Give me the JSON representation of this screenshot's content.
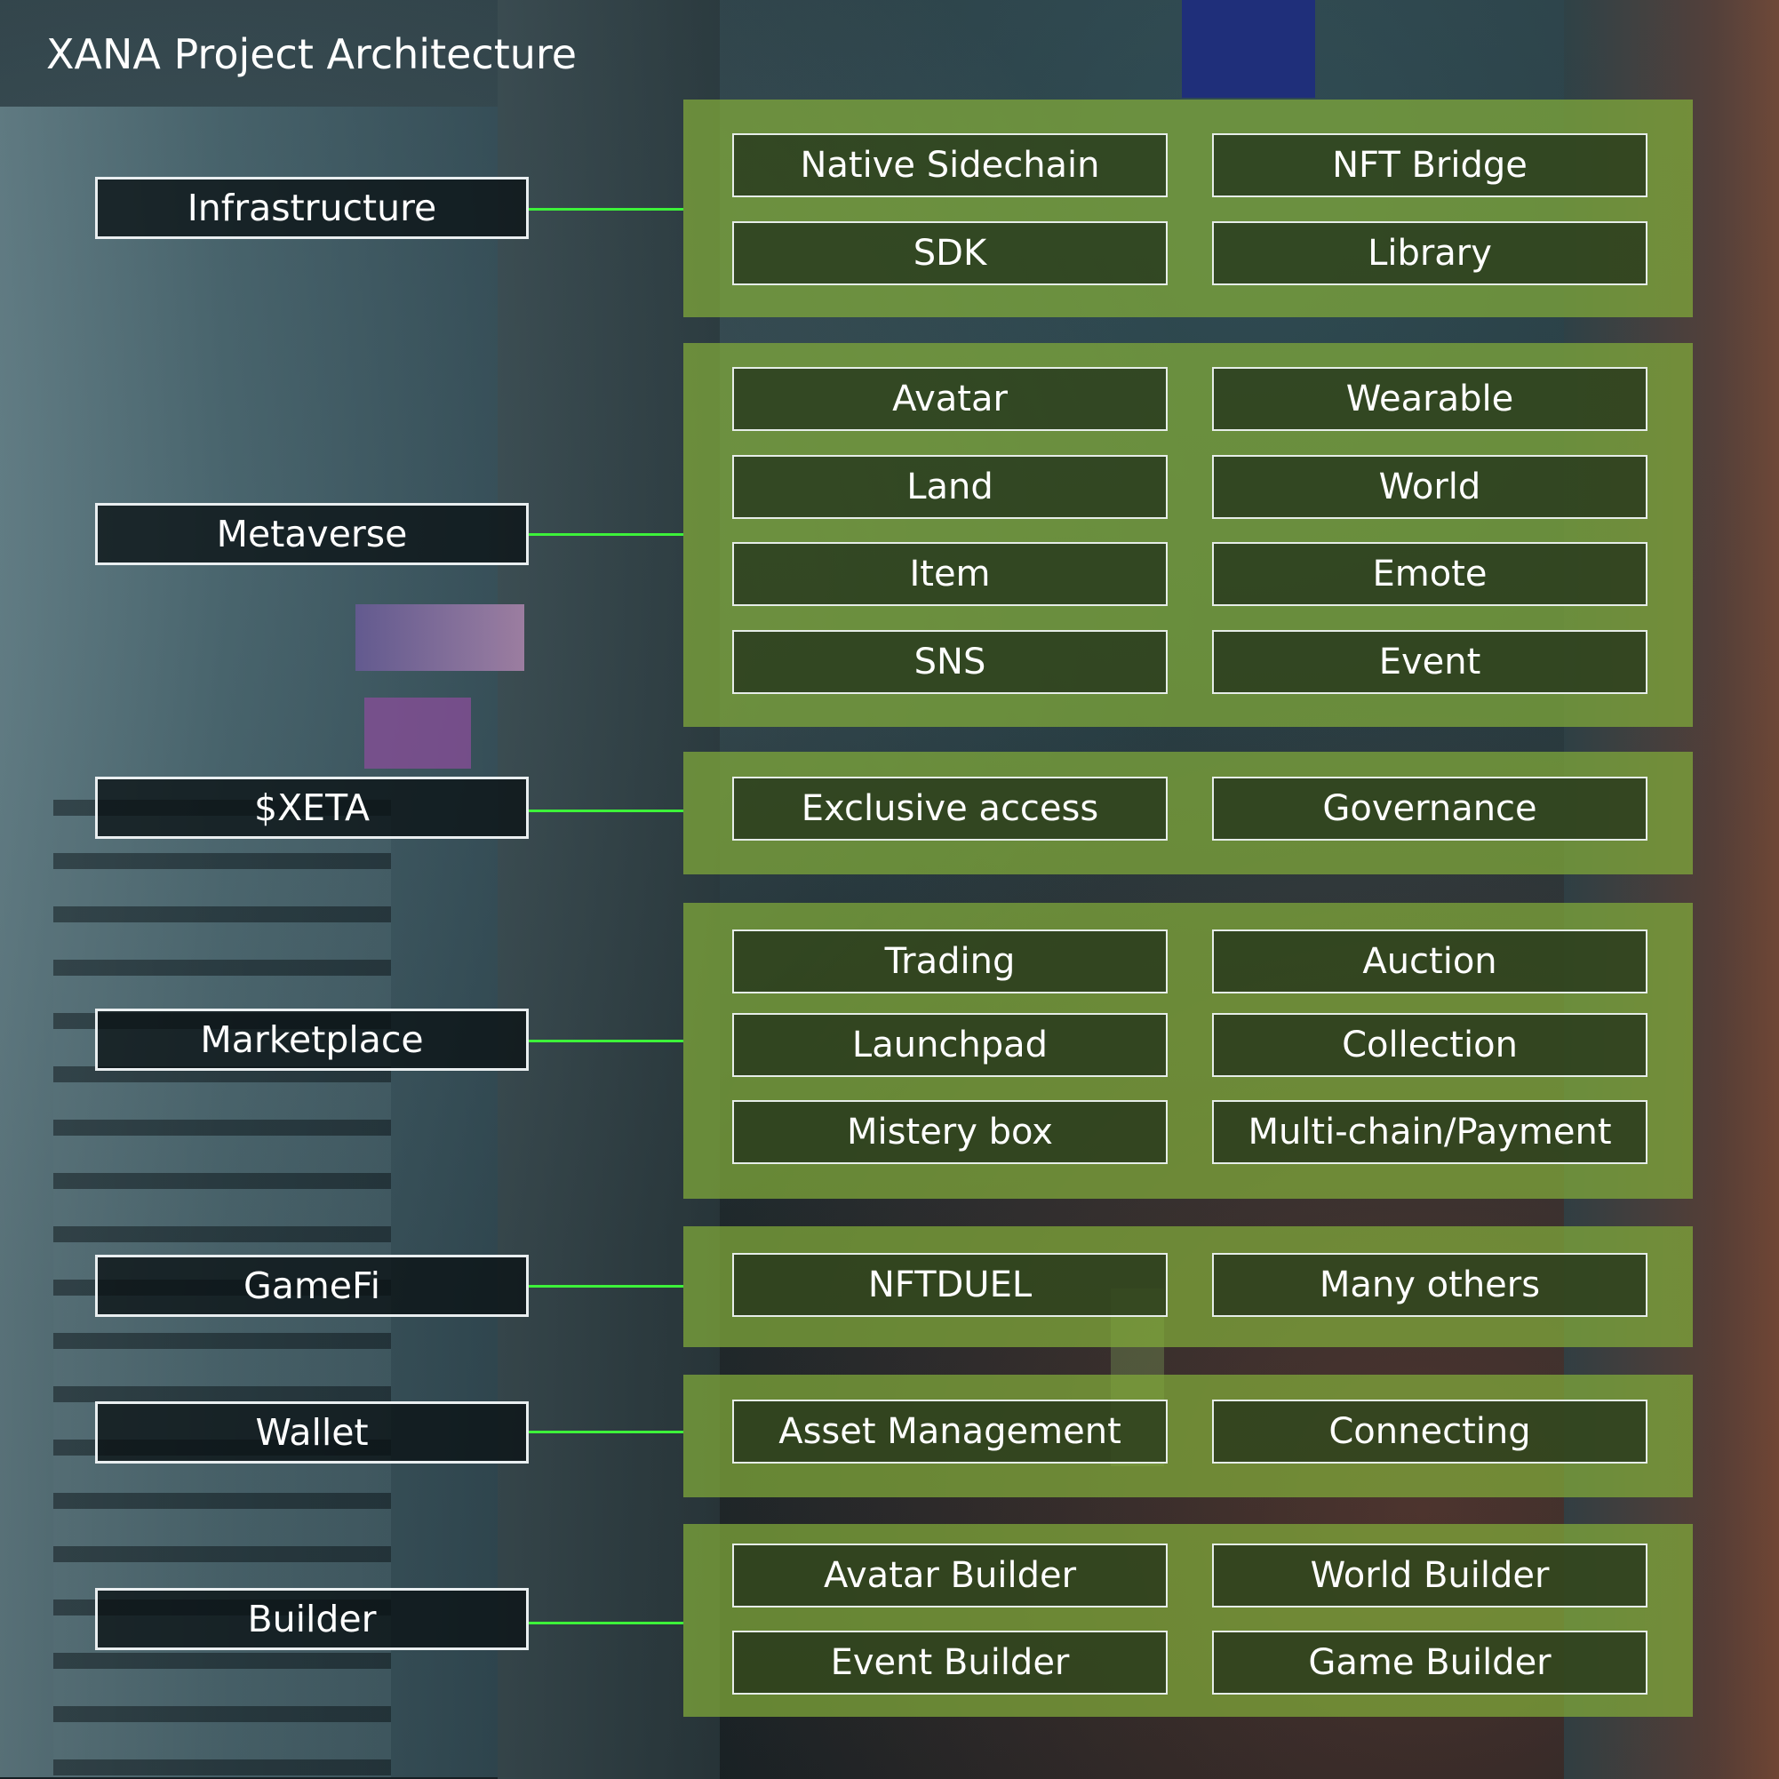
{
  "title": "XANA Project Architecture",
  "colors": {
    "panel_fill": "#80a83a",
    "connector": "#3df23a",
    "category_box": "#0a1214",
    "border": "#e9eef0",
    "text": "#ffffff"
  },
  "categories": [
    {
      "label": "Infrastructure",
      "items": [
        "Native Sidechain",
        "NFT Bridge",
        "SDK",
        "Library"
      ]
    },
    {
      "label": "Metaverse",
      "items": [
        "Avatar",
        "Wearable",
        "Land",
        "World",
        "Item",
        "Emote",
        "SNS",
        "Event"
      ]
    },
    {
      "label": "$XETA",
      "items": [
        "Exclusive access",
        "Governance"
      ]
    },
    {
      "label": "Marketplace",
      "items": [
        "Trading",
        "Auction",
        "Launchpad",
        "Collection",
        "Mistery box",
        "Multi-chain/Payment"
      ]
    },
    {
      "label": "GameFi",
      "items": [
        "NFTDUEL",
        "Many others"
      ]
    },
    {
      "label": "Wallet",
      "items": [
        "Asset Management",
        "Connecting"
      ]
    },
    {
      "label": "Builder",
      "items": [
        "Avatar Builder",
        "World Builder",
        "Event Builder",
        "Game Builder"
      ]
    }
  ]
}
